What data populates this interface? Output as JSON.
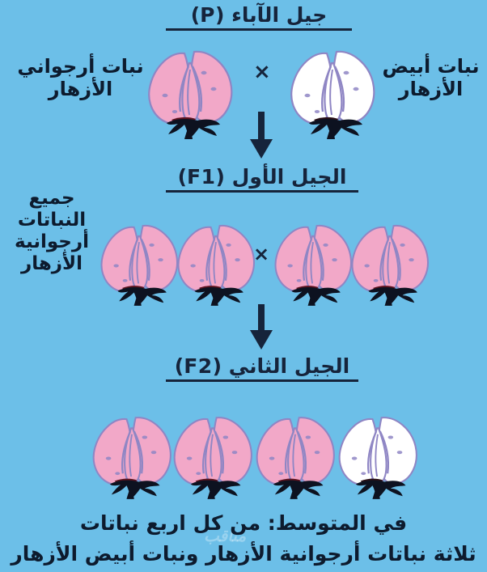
{
  "background_color": "#6cbfe8",
  "text_color": "#16243b",
  "petal_purple_color": "#f2a8c8",
  "petal_white_color": "#ffffff",
  "outline_color": "#8f86c4",
  "stem_color": "#0d1220",
  "sepal_color": "#5e1420",
  "generations": {
    "parent": {
      "label": "جيل الآباء  (P)",
      "left_label_lines": [
        "نبات أرجواني",
        "الأزهار"
      ],
      "right_label_lines": [
        "نبات أبيض",
        "الأزهار"
      ],
      "cross_symbol": "×",
      "plants": [
        {
          "name": "purple-parent-plant",
          "color": "purple"
        },
        {
          "name": "white-parent-plant",
          "color": "white"
        }
      ]
    },
    "f1": {
      "label": "الجيل الأول (F1)",
      "left_label_lines": [
        "جميع",
        "النباتات",
        "أرجوانية",
        "الأزهار"
      ],
      "cross_symbol": "×",
      "plants": [
        {
          "name": "f1-plant-1",
          "color": "purple"
        },
        {
          "name": "f1-plant-2",
          "color": "purple"
        },
        {
          "name": "f1-plant-3",
          "color": "purple"
        },
        {
          "name": "f1-plant-4",
          "color": "purple"
        }
      ]
    },
    "f2": {
      "label": "الجيل الثاني  (F2)",
      "plants": [
        {
          "name": "f2-plant-1",
          "color": "purple"
        },
        {
          "name": "f2-plant-2",
          "color": "purple"
        },
        {
          "name": "f2-plant-3",
          "color": "purple"
        },
        {
          "name": "f2-plant-4",
          "color": "white"
        }
      ]
    }
  },
  "caption": {
    "line1": "في المتوسط: من كل اربع نباتات",
    "line2": "ثلاثة نباتات أرجوانية الأزهار ونبات أبيض الأزهار"
  },
  "watermark": "مناقب",
  "chart_data": {
    "type": "diagram",
    "title": "جيل الآباء  (P)",
    "ratio": {
      "purple": 3,
      "white": 1,
      "total": 4
    }
  }
}
